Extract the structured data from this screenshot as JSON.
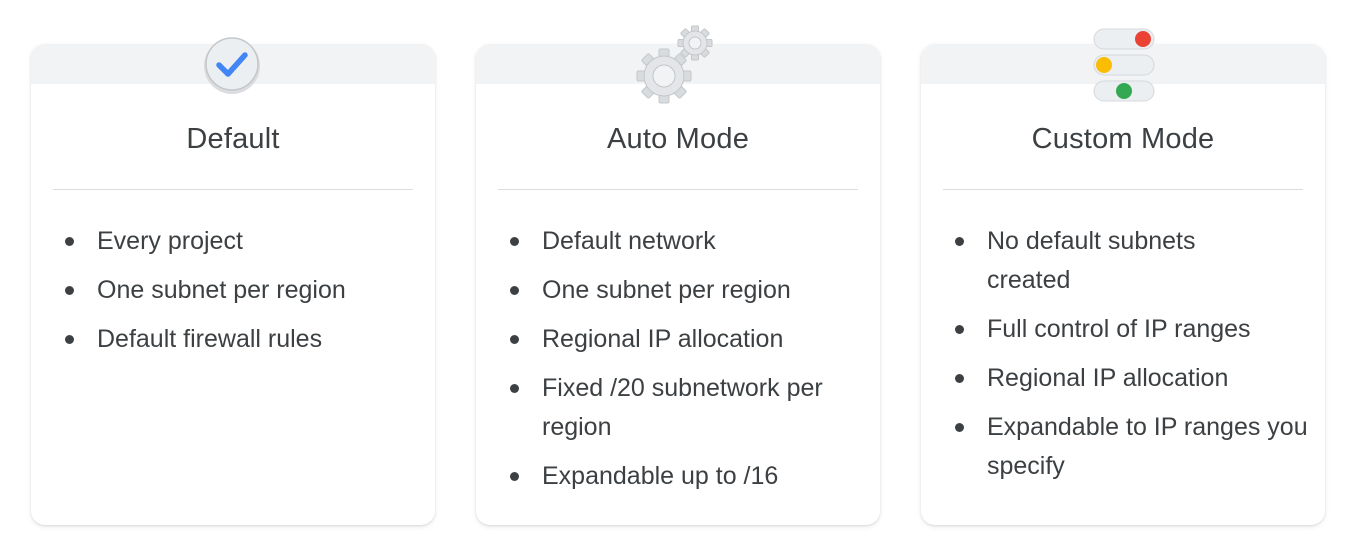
{
  "cards": [
    {
      "title": "Default",
      "icon": "check-circle-icon",
      "items": [
        "Every project",
        "One subnet per region",
        "Default firewall rules"
      ]
    },
    {
      "title": "Auto Mode",
      "icon": "gears-icon",
      "items": [
        "Default network",
        "One subnet per region",
        "Regional IP allocation",
        "Fixed /20 subnetwork per region",
        "Expandable up to /16"
      ]
    },
    {
      "title": "Custom Mode",
      "icon": "toggle-switches-icon",
      "items": [
        "No default subnets created",
        "Full control of IP ranges",
        "Regional IP allocation",
        "Expandable to IP ranges you specify"
      ]
    }
  ],
  "colors": {
    "card_band": "#f1f3f4",
    "text": "#3c4043",
    "check_blue": "#4285f4",
    "red": "#ea4335",
    "yellow": "#fbbc04",
    "green": "#34a853",
    "gear_gray": "#dadce0"
  }
}
